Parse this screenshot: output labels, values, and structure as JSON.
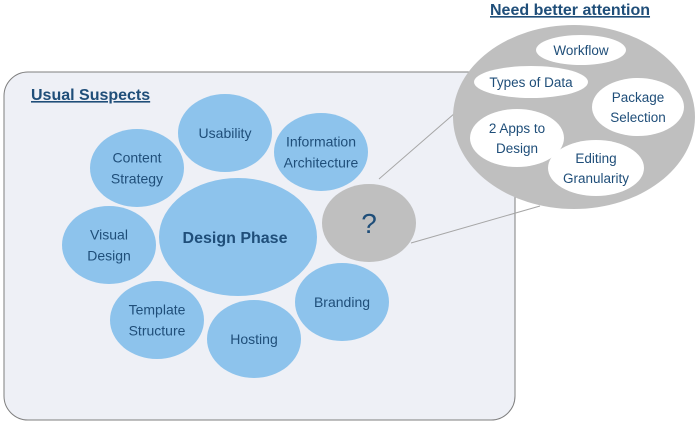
{
  "usual_suspects": {
    "title": "Usual Suspects",
    "center": "Design Phase",
    "bubbles": [
      {
        "key": "usability",
        "lines": [
          "Usability"
        ]
      },
      {
        "key": "information-architecture",
        "lines": [
          "Information",
          "Architecture"
        ]
      },
      {
        "key": "content-strategy",
        "lines": [
          "Content",
          "Strategy"
        ]
      },
      {
        "key": "visual-design",
        "lines": [
          "Visual",
          "Design"
        ]
      },
      {
        "key": "template-structure",
        "lines": [
          "Template",
          "Structure"
        ]
      },
      {
        "key": "hosting",
        "lines": [
          "Hosting"
        ]
      },
      {
        "key": "branding",
        "lines": [
          "Branding"
        ]
      }
    ],
    "question": "?"
  },
  "need_attention": {
    "title": "Need better attention",
    "items": [
      {
        "key": "workflow",
        "lines": [
          "Workflow"
        ]
      },
      {
        "key": "types-of-data",
        "lines": [
          "Types of Data"
        ]
      },
      {
        "key": "package-selection",
        "lines": [
          "Package",
          "Selection"
        ]
      },
      {
        "key": "two-apps",
        "lines": [
          "2 Apps to",
          "Design"
        ]
      },
      {
        "key": "editing-granularity",
        "lines": [
          "Editing",
          "Granularity"
        ]
      }
    ]
  },
  "colors": {
    "panel_fill": "#eef0f6",
    "panel_stroke": "#7f7f7f",
    "bubble_fill": "#8dc3ec",
    "callout_fill": "#bfbfbf",
    "text": "#1f4e79"
  }
}
